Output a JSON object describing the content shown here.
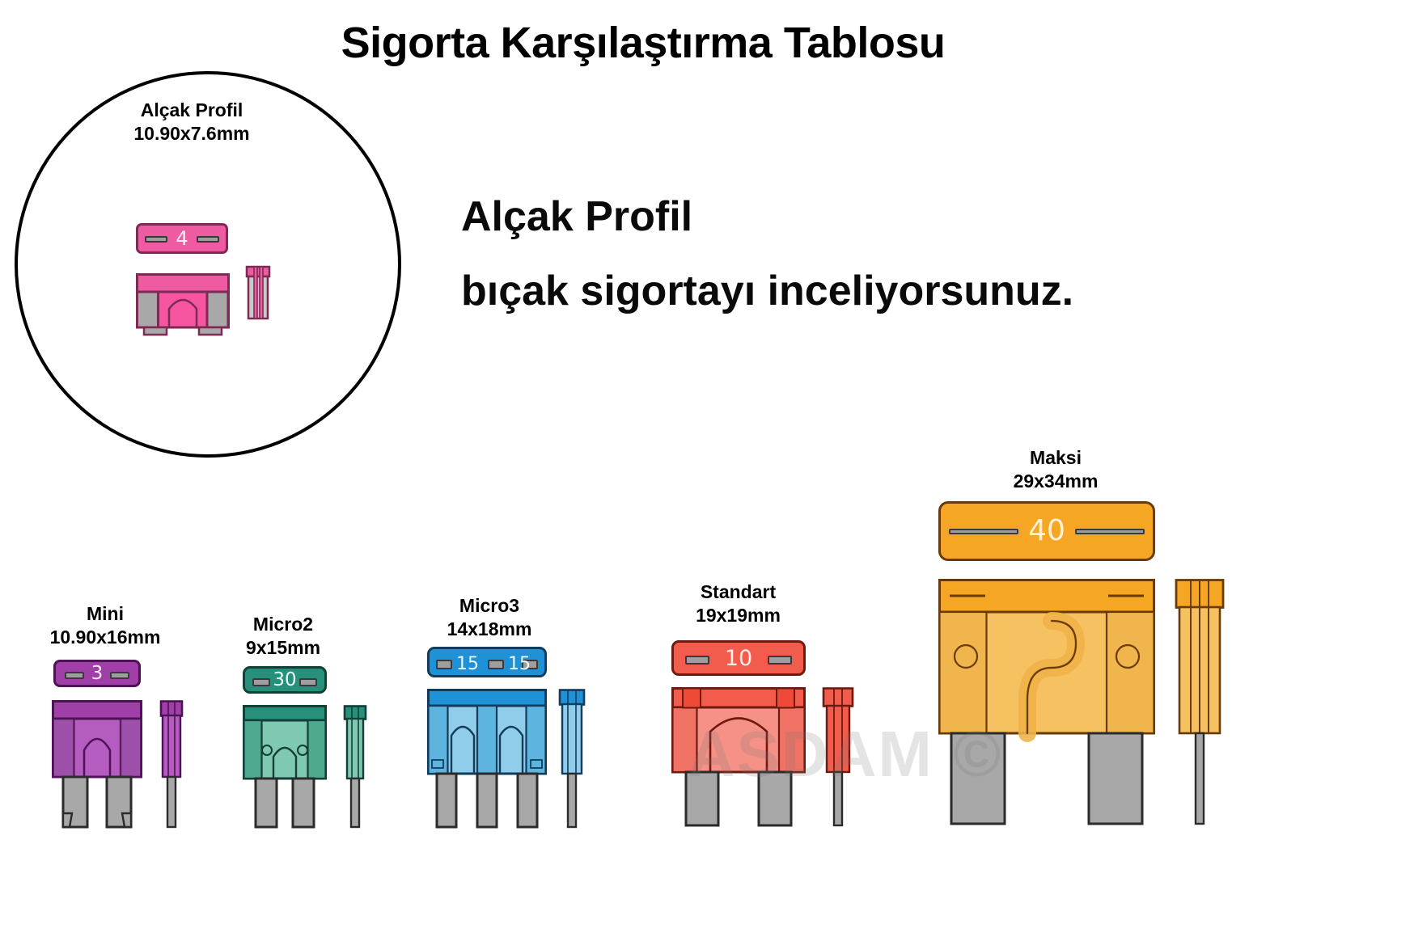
{
  "title": "Sigorta Karşılaştırma Tablosu",
  "intro": {
    "line1": "Alçak Profil",
    "line2": "bıçak sigortayı inceliyorsunuz."
  },
  "callout": {
    "name": "Alçak Profil",
    "dimensions": "10.90x7.6mm",
    "amp_value": "4",
    "color": "#ef5ba1",
    "body_color": "#f7559f",
    "border_color": "#7d2b55"
  },
  "watermark": "ASDAM ©",
  "fuses": [
    {
      "name": "Mini",
      "dimensions": "10.90x16mm",
      "amp_value": "3",
      "values": [
        "3"
      ],
      "color": "#a03fa8",
      "body_color": "#b45cc0",
      "border_color": "#4e1256"
    },
    {
      "name": "Micro2",
      "dimensions": "9x15mm",
      "amp_value": "30",
      "values": [
        "30"
      ],
      "color": "#27907a",
      "body_color": "#5fb99e",
      "border_color": "#123f36"
    },
    {
      "name": "Micro3",
      "dimensions": "14x18mm",
      "amp_value": "15",
      "values": [
        "15",
        "15"
      ],
      "color": "#1f91d6",
      "body_color": "#77c2e8",
      "border_color": "#123c5c"
    },
    {
      "name": "Standart",
      "dimensions": "19x19mm",
      "amp_value": "10",
      "values": [
        "10"
      ],
      "color": "#f25c4d",
      "body_color": "#f07568",
      "border_color": "#6e1a10"
    },
    {
      "name": "Maksi",
      "dimensions": "29x34mm",
      "amp_value": "40",
      "values": [
        "40"
      ],
      "color": "#f5a623",
      "body_color": "#f6b63f",
      "border_color": "#6a3a08"
    }
  ]
}
